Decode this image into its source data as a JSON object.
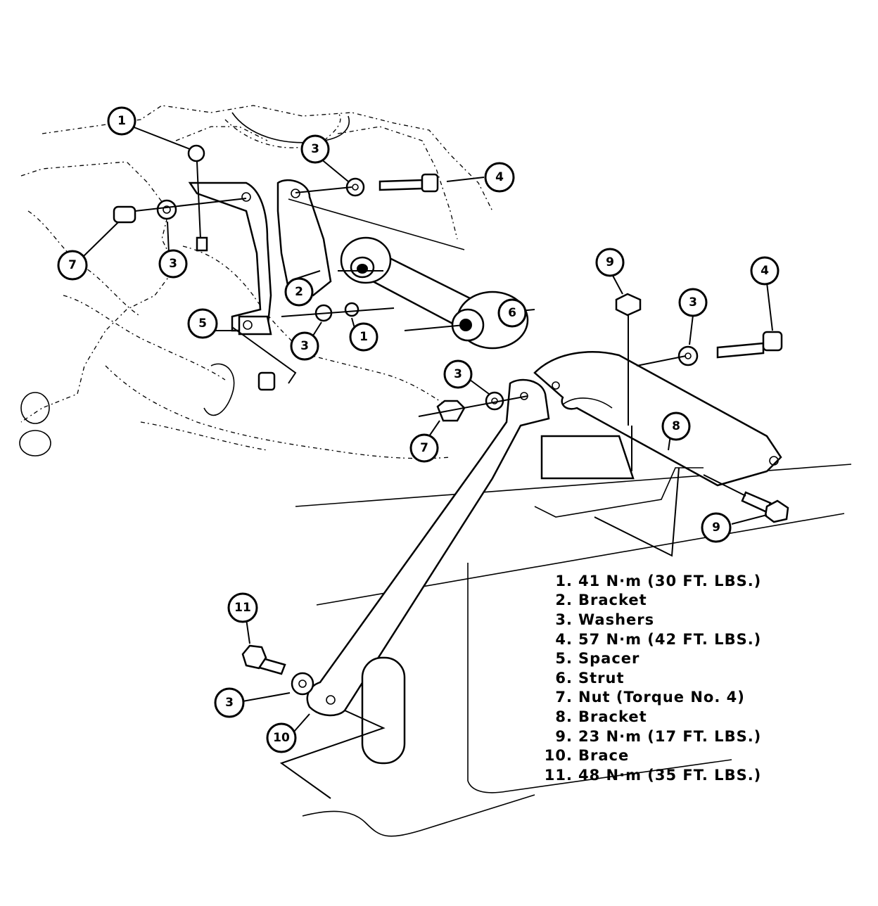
{
  "legend": [
    {
      "num": "1.",
      "text": "41 N·m (30 FT. LBS.)"
    },
    {
      "num": "2.",
      "text": "Bracket"
    },
    {
      "num": "3.",
      "text": "Washers"
    },
    {
      "num": "4.",
      "text": "57 N·m (42 FT. LBS.)"
    },
    {
      "num": "5.",
      "text": "Spacer"
    },
    {
      "num": "6.",
      "text": "Strut"
    },
    {
      "num": "7.",
      "text": "Nut (Torque No. 4)"
    },
    {
      "num": "8.",
      "text": "Bracket"
    },
    {
      "num": "9.",
      "text": "23 N·m (17 FT. LBS.)"
    },
    {
      "num": "10.",
      "text": "Brace"
    },
    {
      "num": "11.",
      "text": "48 N·m (35 FT. LBS.)"
    }
  ],
  "callouts": [
    "1",
    "3",
    "4",
    "7",
    "3",
    "2",
    "6",
    "5",
    "3",
    "1",
    "9",
    "3",
    "4",
    "3",
    "8",
    "7",
    "9",
    "11",
    "3",
    "10"
  ]
}
